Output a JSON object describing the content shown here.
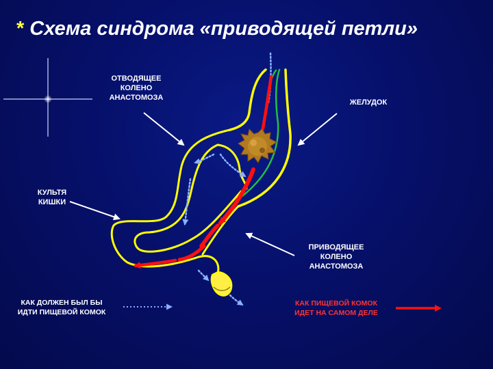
{
  "title": {
    "marker": "*",
    "text": "Схема синдрома «приводящей петли»"
  },
  "labels": {
    "efferent_loop": [
      "ОТВОДЯЩЕЕ",
      "КОЛЕНО",
      "АНАСТОМОЗА"
    ],
    "stomach": "ЖЕЛУДОК",
    "stump": [
      "КУЛЬТЯ",
      "КИШКИ"
    ],
    "afferent_loop": [
      "ПРИВОДЯЩЕЕ",
      "КОЛЕНО",
      "АНАСТОМОЗА"
    ]
  },
  "legend": {
    "expected": [
      "КАК ДОЛЖЕН БЫЛ БЫ",
      "ИДТИ ПИЩЕВОЙ КОМОК"
    ],
    "actual": [
      "КАК ПИЩЕВОЙ КОМОК",
      "ИДЕТ НА САМОМ ДЕЛЕ"
    ]
  },
  "colors": {
    "background": "#06106a",
    "outline_yellow": "#ffff00",
    "mucosa_green": "#22c040",
    "actual_path_red": "#ff1010",
    "expected_path_blue": "#8ab0ff",
    "legend_red_text": "#ff3333",
    "food_bolus": "#b07a20",
    "gallbladder_yellow": "#ffee44"
  }
}
